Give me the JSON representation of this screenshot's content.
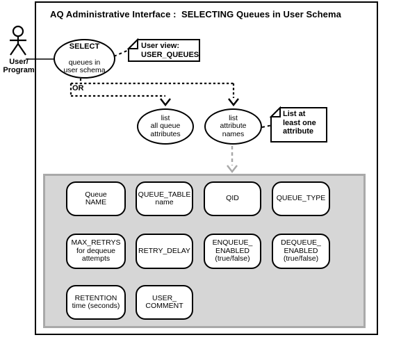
{
  "title": "AQ Administrative Interface :  SELECTING Queues in User Schema",
  "actor": {
    "label": "User/\nProgram"
  },
  "flow": {
    "or_label": "OR",
    "select": {
      "heading": "SELECT",
      "body": "queues in\nuser schema"
    },
    "list_all": {
      "label": "list\nall queue\nattributes"
    },
    "list_names": {
      "label": "list\nattribute\nnames"
    },
    "note_user_view": "User view:\nUSER_QUEUES",
    "note_attribute": "List at\nleast one\nattribute"
  },
  "attributes": [
    {
      "label": "Queue\nNAME"
    },
    {
      "label": "QUEUE_TABLE\nname"
    },
    {
      "label": "QID"
    },
    {
      "label": "QUEUE_TYPE"
    },
    {
      "label": "MAX_RETRYS\nfor dequeue\nattempts"
    },
    {
      "label": "RETRY_DELAY"
    },
    {
      "label": "ENQUEUE_\nENABLED\n(true/false)"
    },
    {
      "label": "DEQUEUE_\nENABLED\n(true/false)"
    },
    {
      "label": "RETENTION\ntime (seconds)"
    },
    {
      "label": "USER_\nCOMMENT"
    }
  ],
  "colors": {
    "ink": "#000000",
    "background": "#ffffff",
    "panel_fill": "#d6d6d6",
    "panel_border": "#a9a9a9",
    "muted_arrow": "#a9a9a9"
  }
}
